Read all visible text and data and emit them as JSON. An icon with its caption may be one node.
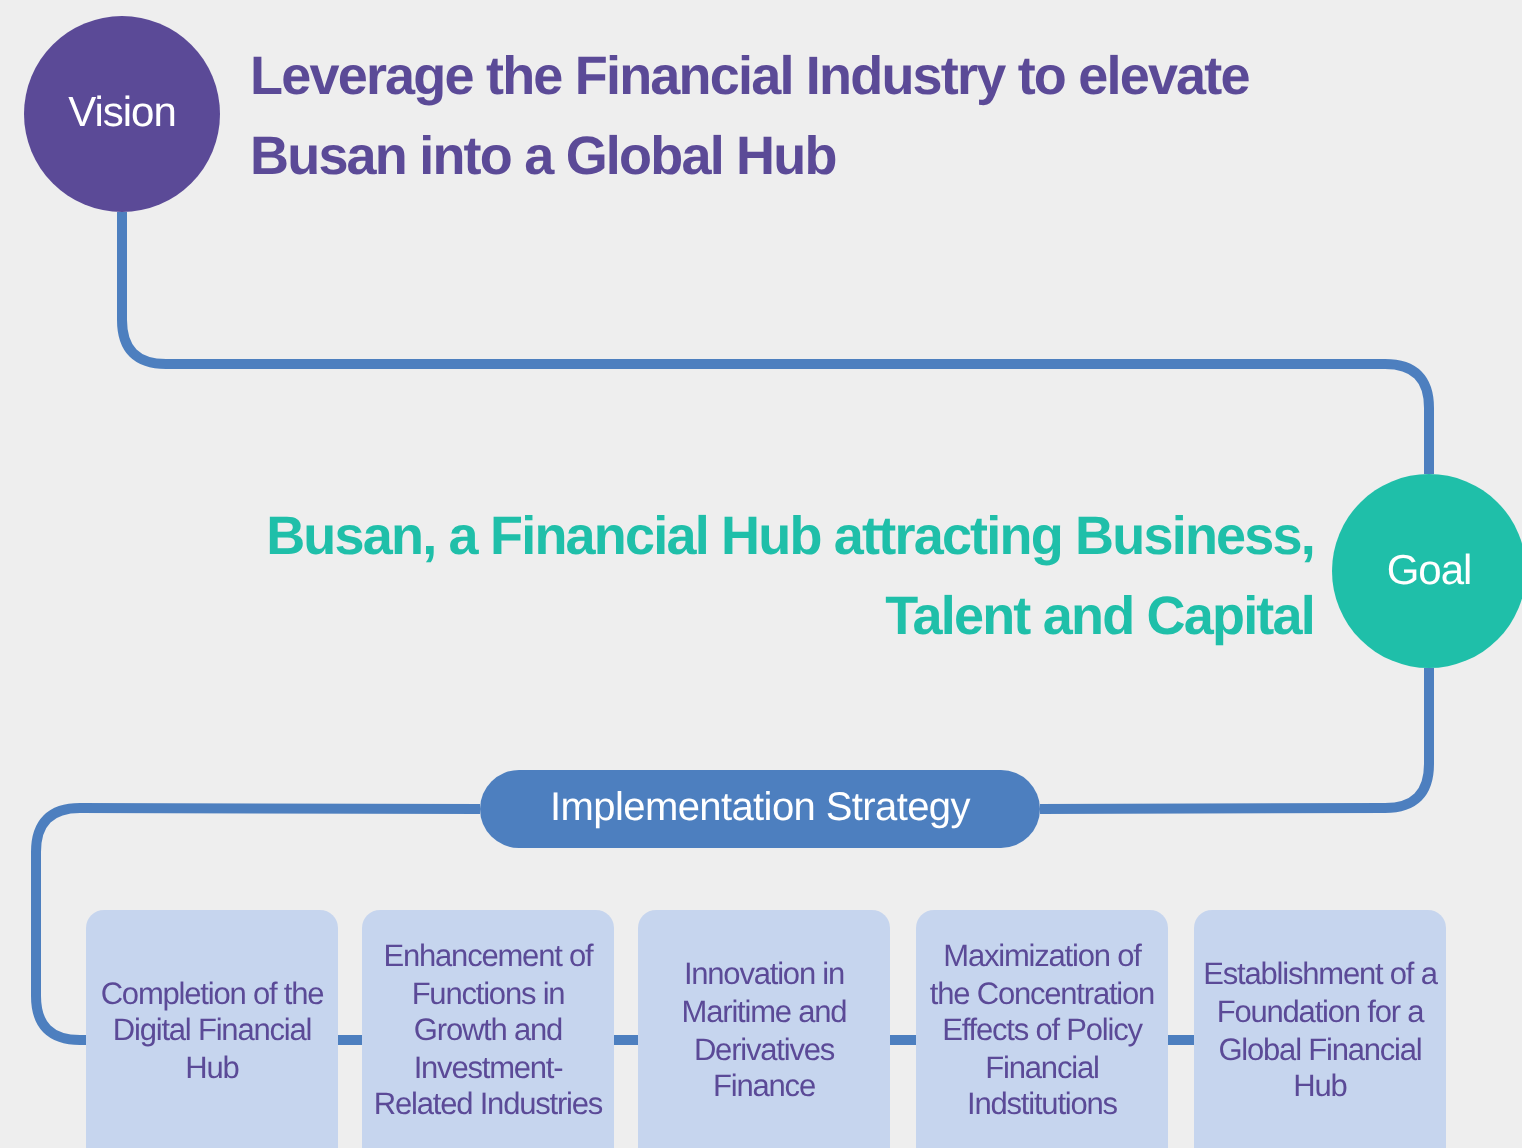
{
  "diagram": {
    "nodes": [
      {
        "text": [
          "Vision"
        ],
        "beside": [
          "Leverage the Financial Industry to elevate Busan into a Global Hub"
        ]
      },
      {
        "text": [
          "Goal"
        ],
        "beside": [
          "Busan, a Financial Hub attracting Business, Talent and Capital"
        ]
      },
      {
        "text": [
          "Implementation Strategy"
        ]
      },
      {
        "text": [
          "Completion of the Digital Financial Hub"
        ]
      },
      {
        "text": [
          "Enhancement of Functions in Growth and Investment-Related Industries"
        ]
      },
      {
        "text": [
          "Innovation in Maritime and Derivatives Finance"
        ]
      },
      {
        "text": [
          "Maximization of the Concentration Effects of Policy Financial Indstitutions"
        ]
      },
      {
        "text": [
          "Establishment of a Foundation for a Global Financial Hub"
        ]
      }
    ],
    "edges": [
      {
        "from": 0,
        "to": 1,
        "arrow": "none"
      },
      {
        "from": 1,
        "to": 2,
        "arrow": "none"
      },
      {
        "from": 2,
        "to": 3,
        "arrow": "none"
      },
      {
        "from": 3,
        "to": 4,
        "arrow": "none"
      },
      {
        "from": 4,
        "to": 5,
        "arrow": "none"
      },
      {
        "from": 5,
        "to": 6,
        "arrow": "none"
      },
      {
        "from": 6,
        "to": 7,
        "arrow": "none"
      }
    ]
  }
}
